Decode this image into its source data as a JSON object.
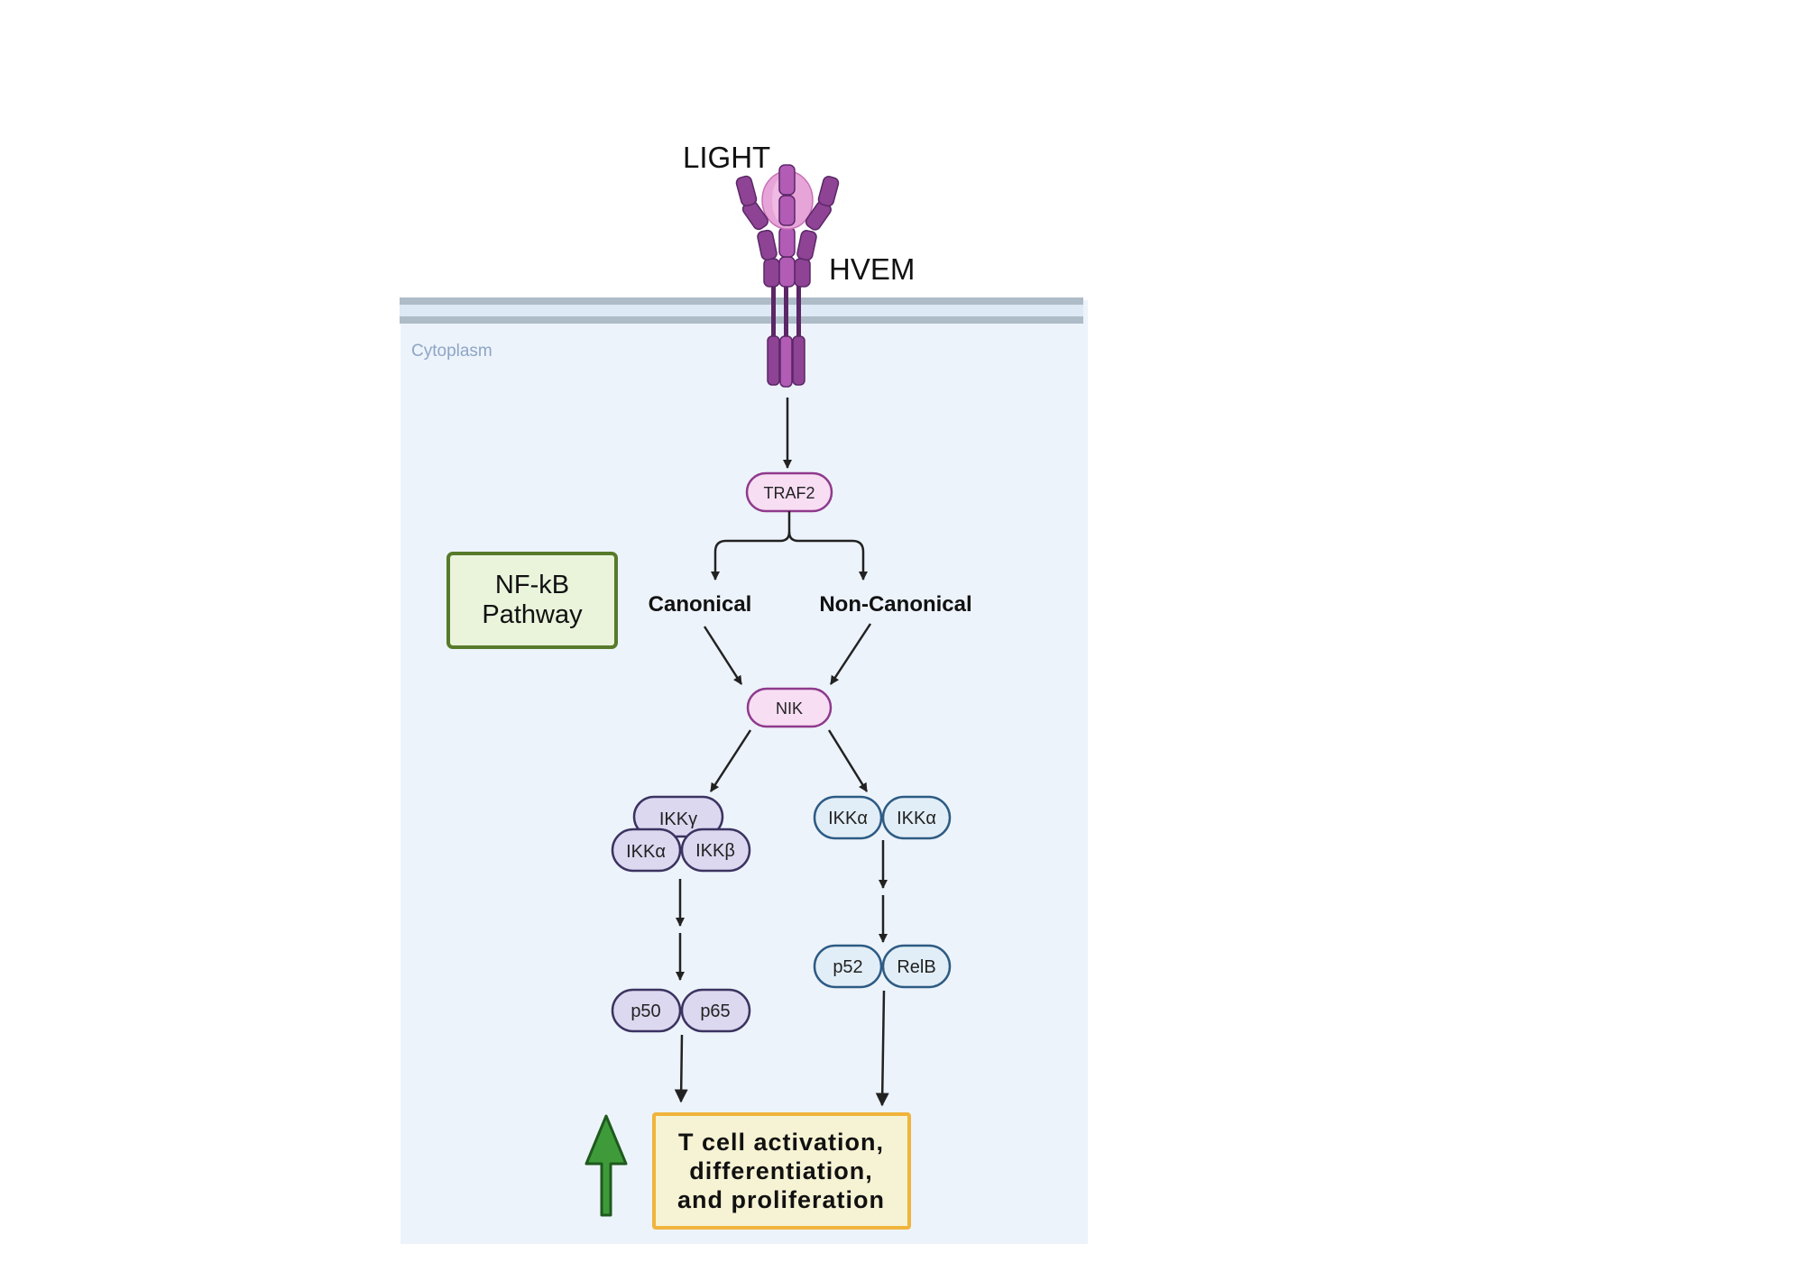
{
  "labels": {
    "ligand": "LIGHT",
    "receptor": "HVEM",
    "compartment": "Cytoplasm",
    "pathway_line1": "NF-kB",
    "pathway_line2": "Pathway",
    "canonical": "Canonical",
    "non_canonical": "Non-Canonical",
    "outcome_line1": "T cell activation,",
    "outcome_line2": "differentiation,",
    "outcome_line3": "and proliferation"
  },
  "nodes": {
    "traf2": "TRAF2",
    "nik": "NIK",
    "canonical_complex": {
      "ikk_gamma": "IKKγ",
      "ikk_alpha": "IKKα",
      "ikk_beta": "IKKβ"
    },
    "canonical_dimer": {
      "p50": "p50",
      "p65": "p65"
    },
    "noncanonical_complex": {
      "ikk_alpha_1": "IKKα",
      "ikk_alpha_2": "IKKα"
    },
    "noncanonical_dimer": {
      "p52": "p52",
      "relb": "RelB"
    }
  },
  "colors": {
    "cytoplasm": "#edf3fb",
    "membrane": "#aebcc7",
    "receptor": "#8e4395",
    "ligand": "#e7a4d8",
    "pink_node_fill": "#f7def3",
    "pink_node_stroke": "#8f3a8c",
    "purple_node_fill": "#dcd8f0",
    "purple_node_stroke": "#3b3360",
    "blue_node_fill": "#e2eef7",
    "blue_node_stroke": "#2d5b83",
    "pathway_box_fill": "#eaf4db",
    "pathway_box_stroke": "#577a2b",
    "outcome_box_fill": "#f6f3d4",
    "outcome_box_stroke": "#f0b43c",
    "up_arrow": "#3f9b3a"
  },
  "icons": {
    "upregulation": "green-up-arrow-icon"
  }
}
